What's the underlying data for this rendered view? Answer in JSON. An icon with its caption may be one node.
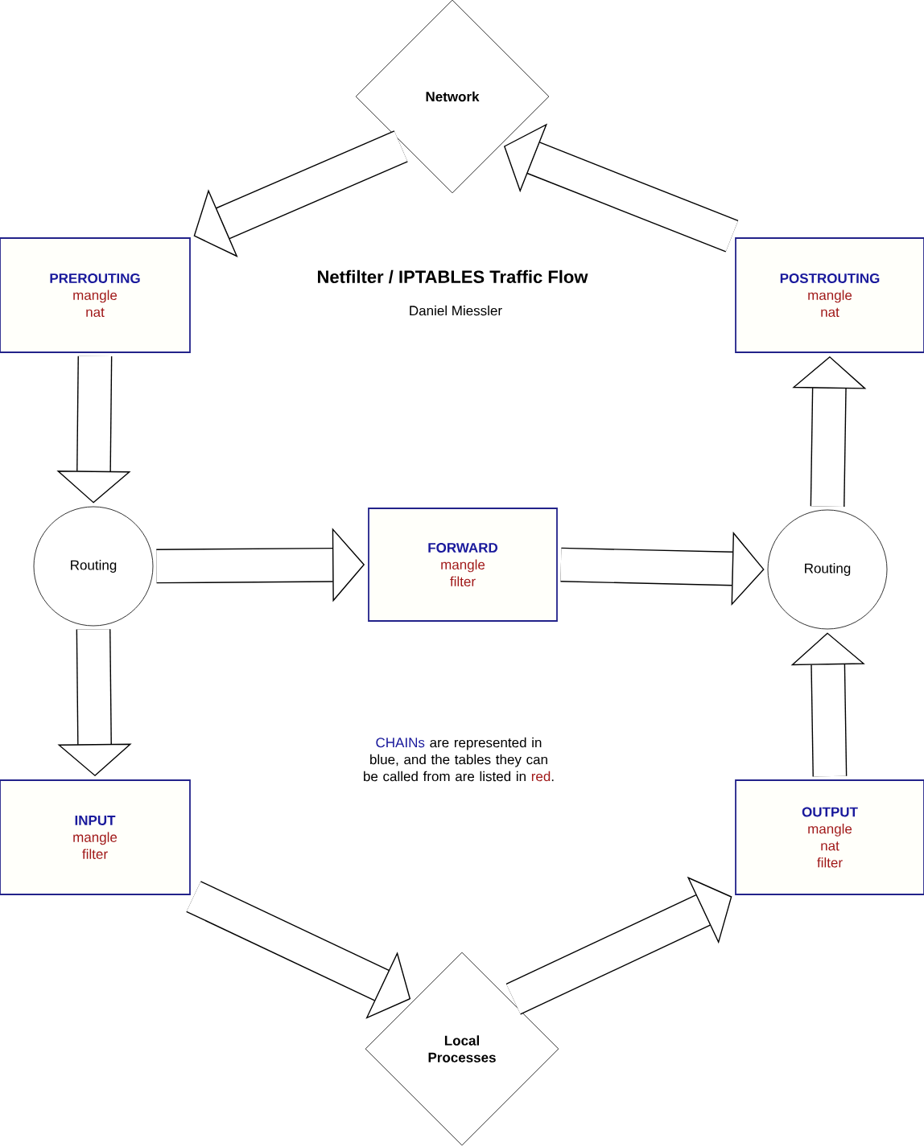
{
  "diagram": {
    "title": "Netfilter / IPTABLES Traffic Flow",
    "nodes": [
      {
        "text": [
          "Network"
        ]
      },
      {
        "text": [
          "PREROUTING",
          "mangle",
          "nat"
        ]
      },
      {
        "text": [
          "POSTROUTING",
          "mangle",
          "nat"
        ]
      },
      {
        "text": [
          "Routing"
        ]
      },
      {
        "text": [
          "FORWARD",
          "mangle",
          "filter"
        ]
      },
      {
        "text": [
          "Routing"
        ]
      },
      {
        "text": [
          "INPUT",
          "mangle",
          "filter"
        ]
      },
      {
        "text": [
          "OUTPUT",
          "mangle",
          "nat",
          "filter"
        ]
      },
      {
        "text": [
          "Local Processes"
        ]
      }
    ],
    "edges": [
      {
        "from": 0,
        "to": 1,
        "arrow": "to"
      },
      {
        "from": 1,
        "to": 3,
        "arrow": "to"
      },
      {
        "from": 3,
        "to": 4,
        "arrow": "to"
      },
      {
        "from": 4,
        "to": 5,
        "arrow": "to"
      },
      {
        "from": 5,
        "to": 2,
        "arrow": "to"
      },
      {
        "from": 2,
        "to": 0,
        "arrow": "to"
      },
      {
        "from": 3,
        "to": 6,
        "arrow": "to"
      },
      {
        "from": 6,
        "to": 8,
        "arrow": "to"
      },
      {
        "from": 8,
        "to": 7,
        "arrow": "to"
      },
      {
        "from": 7,
        "to": 5,
        "arrow": "to"
      }
    ],
    "labels": [
      "Daniel Miessler",
      "CHAINs",
      "are represented in blue, and the tables they can be called from are listed in",
      "red",
      "."
    ]
  }
}
